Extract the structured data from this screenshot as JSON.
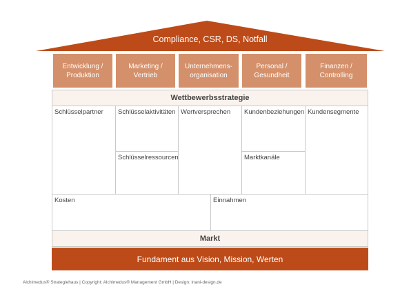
{
  "roof": {
    "label": "Compliance, CSR, DS, Notfall",
    "color": "#bd4b19"
  },
  "pillars": [
    {
      "label": "Entwicklung /\nProduktion"
    },
    {
      "label": "Marketing /\nVertrieb"
    },
    {
      "label": "Unternehmens-\norganisation"
    },
    {
      "label": "Personal /\nGesundheit"
    },
    {
      "label": "Finanzen /\nControlling"
    }
  ],
  "strategy_header": "Wettbewerbsstrategie",
  "canvas": {
    "key_partners": "Schlüsselpartner",
    "key_activities": "Schlüsselaktivitäten",
    "key_resources": "Schlüsselressourcen",
    "value_proposition": "Wertversprechen",
    "customer_relationships": "Kundenbeziehungen",
    "channels": "Marktkanäle",
    "customer_segments": "Kundensegmente",
    "costs": "Kosten",
    "revenues": "Einnahmen"
  },
  "market": "Markt",
  "foundation": "Fundament aus Vision, Mission, Werten",
  "footer": "Alchimedus® Strategiehaus | Copyright: Alchimedus® Management GmbH | Design: inani-design.de"
}
